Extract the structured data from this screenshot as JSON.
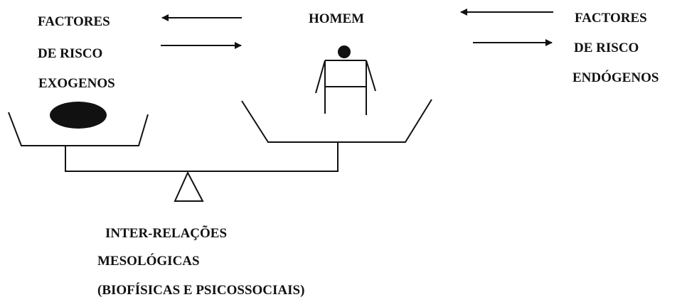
{
  "labels": {
    "left_line1": "FACTORES",
    "left_line2": "DE RISCO",
    "left_line3": "EXOGENOS",
    "center_title": "HOMEM",
    "right_line1": "FACTORES",
    "right_line2": "DE RISCO",
    "right_line3": "ENDÓGENOS",
    "bottom_line1": "INTER-RELAÇÕES",
    "bottom_line2": "MESOLÓGICAS",
    "bottom_line3": "(BIOFÍSICAS E PSICOSSOCIAIS)"
  },
  "colors": {
    "ink": "#111111",
    "background": "#ffffff"
  }
}
